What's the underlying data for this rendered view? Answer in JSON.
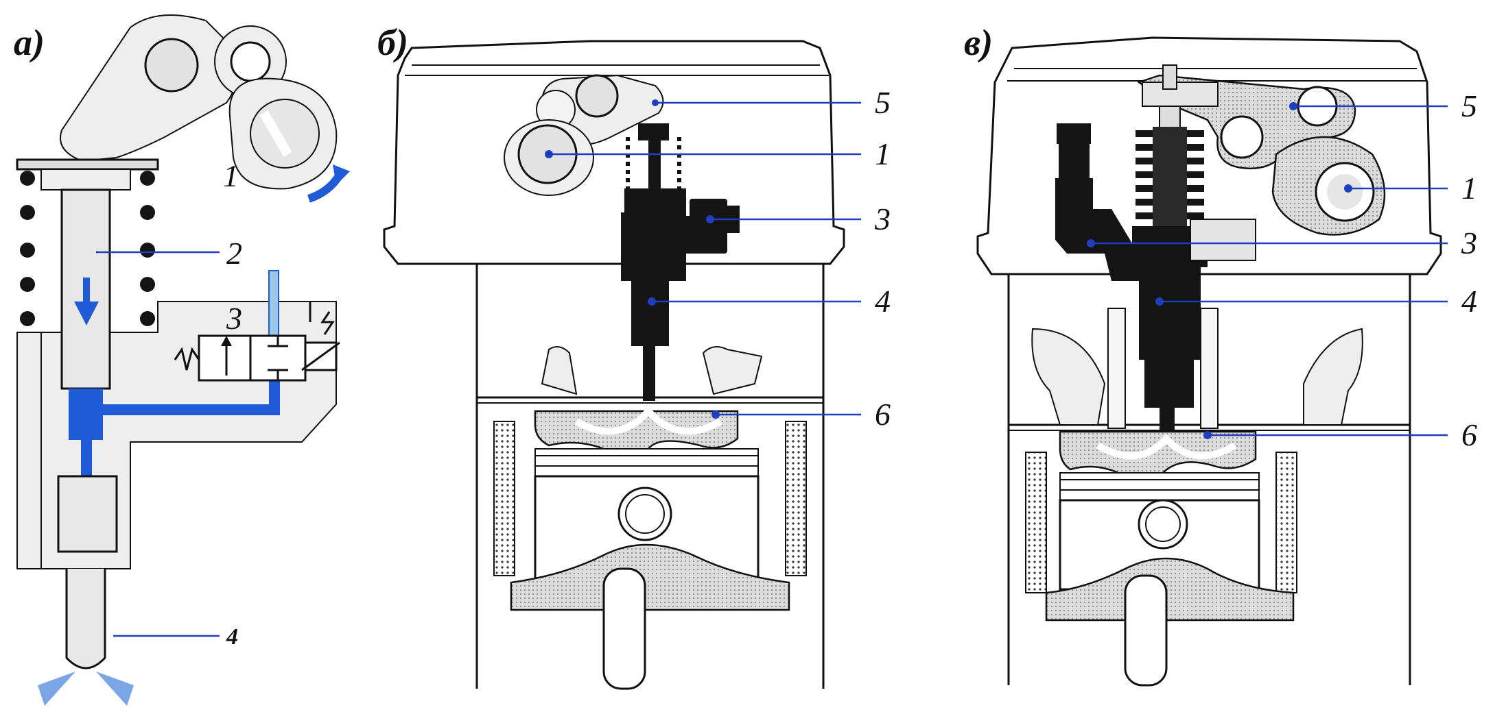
{
  "panels": [
    {
      "id": "a",
      "label": "а)"
    },
    {
      "id": "b",
      "label": "б)"
    },
    {
      "id": "c",
      "label": "в)"
    }
  ],
  "panel_a": {
    "callouts": [
      "1",
      "2",
      "3",
      "4"
    ]
  },
  "panel_b": {
    "callouts": [
      "5",
      "1",
      "3",
      "4",
      "6"
    ]
  },
  "panel_c": {
    "callouts": [
      "5",
      "1",
      "3",
      "4",
      "6"
    ]
  },
  "colors": {
    "accent_blue": "#1f5bd6",
    "leader_blue": "#1f3fbf",
    "fill_grey": "#e2e2e2",
    "ink": "#111111"
  }
}
